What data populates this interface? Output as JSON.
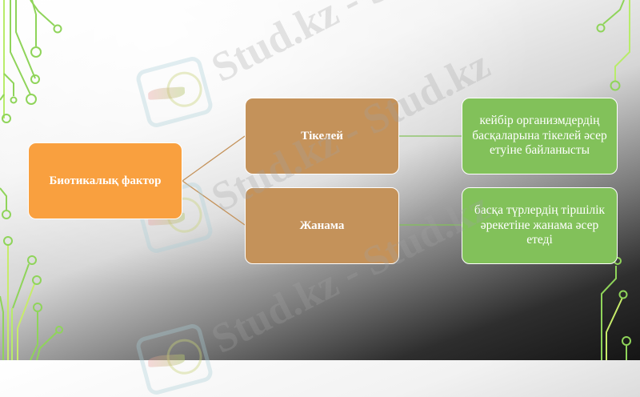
{
  "diagram": {
    "type": "hierarchy",
    "root": {
      "label": "Биотикалық фактор",
      "color": "#f9a03f"
    },
    "branches": [
      {
        "label": "Тікелей",
        "color": "#c4925a",
        "description": "кейбір организмдердің басқаларына тікелей әсер етуіне байланысты",
        "description_color": "#82c15a"
      },
      {
        "label": "Жанама",
        "color": "#c4925a",
        "description": "басқа түрлердің тіршілік әрекетіне жанама әсер етеді",
        "description_color": "#82c15a"
      }
    ],
    "connector_colors": {
      "root_to_branch": "#c4925a",
      "branch_to_leaf": "#82c15a"
    }
  },
  "watermark": {
    "text_1": "Stud.kz - Stud.",
    "text_2": "Stud.kz - Stud.kz",
    "text_3": "Stud.kz - Stud.kz"
  },
  "decoration": {
    "circuit_color": "#9be05a"
  }
}
